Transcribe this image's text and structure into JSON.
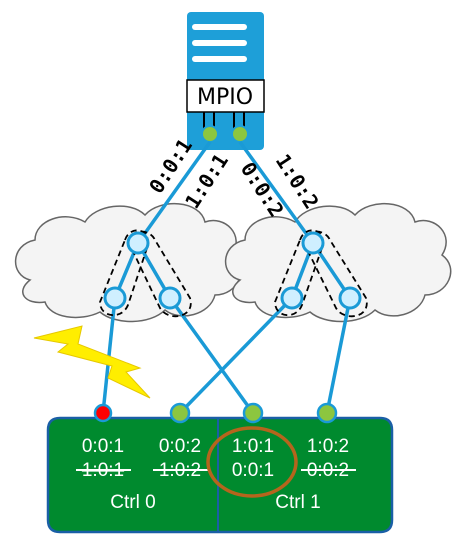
{
  "host": {
    "mpio_label": "MPIO"
  },
  "path_labels": {
    "left_outer": "0:0:1",
    "left_inner": "1:0:1",
    "right_inner": "0:0:2",
    "right_outer": "1:0:2"
  },
  "controllers": [
    {
      "name": "Ctrl 0",
      "ports": [
        {
          "active": "0:0:1",
          "failed": "1:0:1",
          "status": "down"
        },
        {
          "active": "0:0:2",
          "failed": "1:0:2",
          "status": "up"
        }
      ]
    },
    {
      "name": "Ctrl 1",
      "ports": [
        {
          "active": "1:0:1",
          "secondary": "0:0:1",
          "status": "up",
          "highlighted": true
        },
        {
          "active": "1:0:2",
          "failed": "0:0:2",
          "status": "up"
        }
      ]
    }
  ],
  "colors": {
    "server_blue": "#1e9fd8",
    "link_blue": "#1a9ad6",
    "node_light": "#cfefff",
    "port_green": "#8cc63f",
    "port_failed": "#ff0000",
    "controller_green": "#008a2e",
    "lightning_yellow": "#ffee00",
    "highlight_circle": "#b5651d"
  }
}
